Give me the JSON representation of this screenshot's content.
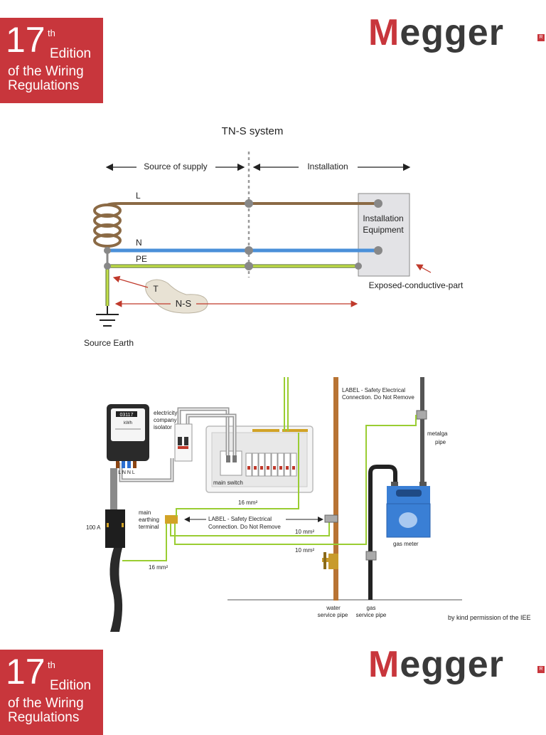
{
  "header": {
    "edition_number": "17",
    "edition_suffix": "th",
    "edition_word": "Edition",
    "edition_line1": "of the Wiring",
    "edition_line2": "Regulations",
    "logo_text": "Megger",
    "logo_reg_mark": "R"
  },
  "footer": {
    "edition_number": "17",
    "edition_suffix": "th",
    "edition_word": "Edition",
    "edition_line1": "of the Wiring",
    "edition_line2": "Regulations",
    "logo_text": "Megger",
    "logo_reg_mark": "R"
  },
  "tns_diagram": {
    "title": "TN-S system",
    "source_label": "Source of supply",
    "installation_label": "Installation",
    "conductor_L": "L",
    "conductor_N": "N",
    "conductor_PE": "PE",
    "equipment_line1": "Installation",
    "equipment_line2": "Equipment",
    "exposed_part": "Exposed-conductive-part",
    "terra_label": "T",
    "ns_label": "N-S",
    "source_earth": "Source Earth"
  },
  "installation_diagram": {
    "meter_reading": "03117",
    "meter_unit": "kWh",
    "meter_terminals": "L N N L",
    "isolator_line1": "electricity",
    "isolator_line2": "company",
    "isolator_line3": "isolator",
    "main_switch": "main switch",
    "cutout_rating": "100 A",
    "met_line1": "main",
    "met_line2": "earthing",
    "met_line3": "terminal",
    "label_top_line1": "LABEL - Safety Electrical",
    "label_top_line2": "Connection. Do Not Remove",
    "label_mid_line1": "LABEL - Safety Electrical",
    "label_mid_line2": "Connection. Do Not Remove",
    "metal_pipe_line1": "metalga",
    "metal_pipe_line2": "pipe",
    "gas_meter": "gas meter",
    "size_16_top": "16 mm²",
    "size_10_a": "10 mm²",
    "size_10_b": "10 mm²",
    "size_16_bottom": "16 mm²",
    "water_line1": "water",
    "water_line2": "service pipe",
    "gas_line1": "gas",
    "gas_line2": "service pipe",
    "credit": "by kind permission of the IEE"
  },
  "colors": {
    "brand_red": "#c8363c",
    "live_brown": "#8b6a45",
    "neutral_blue": "#4a90d9",
    "earth_green": "#9acd32",
    "arrow_red": "#c0392b",
    "copper_pipe": "#b87333",
    "gas_meter_blue": "#3a7fd5"
  }
}
